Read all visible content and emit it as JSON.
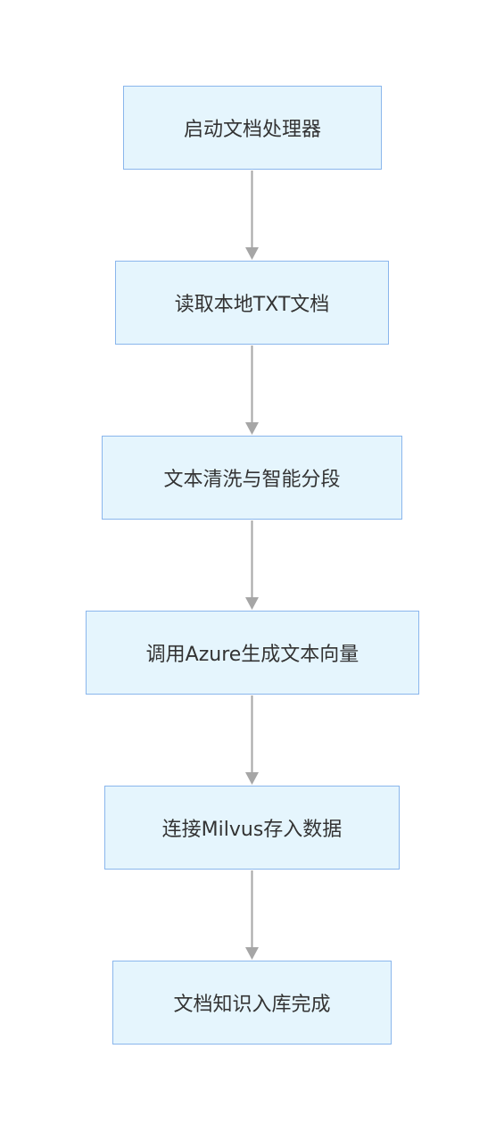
{
  "flowchart": {
    "nodes": [
      {
        "label": "启动文档处理器"
      },
      {
        "label": "读取本地TXT文档"
      },
      {
        "label": "文本清洗与智能分段"
      },
      {
        "label": "调用Azure生成文本向量"
      },
      {
        "label": "连接Milvus存入数据"
      },
      {
        "label": "文档知识入库完成"
      }
    ],
    "edges": [
      {
        "from": 0,
        "to": 1
      },
      {
        "from": 1,
        "to": 2
      },
      {
        "from": 2,
        "to": 3
      },
      {
        "from": 3,
        "to": 4
      },
      {
        "from": 4,
        "to": 5
      }
    ],
    "colors": {
      "node_fill": "#e5f5fd",
      "node_border": "#8ab6ec",
      "edge": "#a6a6a6",
      "text": "#333333"
    }
  }
}
